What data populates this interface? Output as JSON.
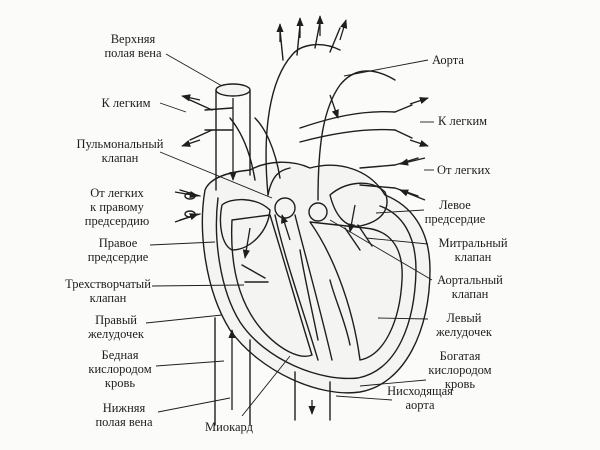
{
  "labels": {
    "svc": [
      "Верхняя",
      "полая вена"
    ],
    "to_lungs_left": "К легким",
    "pulm_valve": [
      "Пульмональный",
      "клапан"
    ],
    "from_lungs_right_atrium": [
      "От легких",
      "к правому",
      "предсердию"
    ],
    "right_atrium": [
      "Правое",
      "предсердие"
    ],
    "tricuspid": [
      "Трехстворчатый",
      "клапан"
    ],
    "right_ventricle": [
      "Правый",
      "желудочек"
    ],
    "poor_blood": [
      "Бедная",
      "кислородом",
      "кровь"
    ],
    "ivc": [
      "Нижняя",
      "полая вена"
    ],
    "myocardium": "Миокард",
    "aorta": "Аорта",
    "to_lungs_right": "К легким",
    "from_lungs": "От легких",
    "left_atrium": [
      "Левое",
      "предсердие"
    ],
    "mitral": [
      "Митральный",
      "клапан"
    ],
    "aortic_valve": [
      "Аортальный",
      "клапан"
    ],
    "left_ventricle": [
      "Левый",
      "желудочек"
    ],
    "rich_blood": "Богатая кислородом кровь",
    "desc_aorta": [
      "Нисходящая",
      "аорта"
    ]
  },
  "colors": {
    "ink": "#1e1e1e",
    "background": "#fbfbfa",
    "fill": "#f4f4f2"
  }
}
